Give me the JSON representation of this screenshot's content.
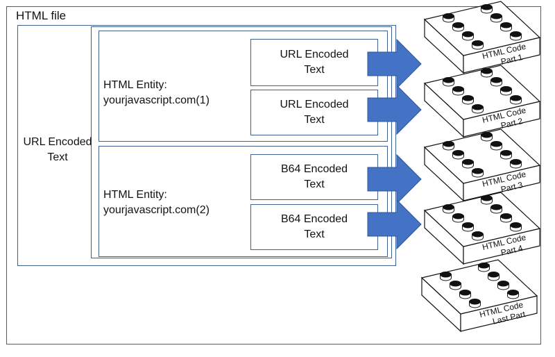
{
  "file_label": "HTML file",
  "outer_label_line1": "URL Encoded",
  "outer_label_line2": "Text",
  "groups": [
    {
      "entity_line1": "HTML Entity:",
      "entity_line2": "yourjavascript.com(1)",
      "items": [
        {
          "line1": "URL Encoded",
          "line2": "Text"
        },
        {
          "line1": "URL Encoded",
          "line2": "Text"
        }
      ]
    },
    {
      "entity_line1": "HTML Entity:",
      "entity_line2": "yourjavascript.com(2)",
      "items": [
        {
          "line1": "B64 Encoded",
          "line2": "Text"
        },
        {
          "line1": "B64 Encoded",
          "line2": "Text"
        }
      ]
    }
  ],
  "bricks": [
    {
      "line1": "HTML Code",
      "line2": "Part 1"
    },
    {
      "line1": "HTML Code",
      "line2": "Part 2"
    },
    {
      "line1": "HTML Code",
      "line2": "Part 3"
    },
    {
      "line1": "HTML Code",
      "line2": "Part 4"
    },
    {
      "line1": "HTML Code",
      "line2": "Last Part"
    }
  ],
  "plus_symbol": "+",
  "colors": {
    "frame": "#3f5f8f",
    "arrow": "#4472c4",
    "arrow_edge": "#2f5597",
    "plus": "#4472c4",
    "brick_fill": "#ffffff",
    "stud_top": "#111111"
  }
}
